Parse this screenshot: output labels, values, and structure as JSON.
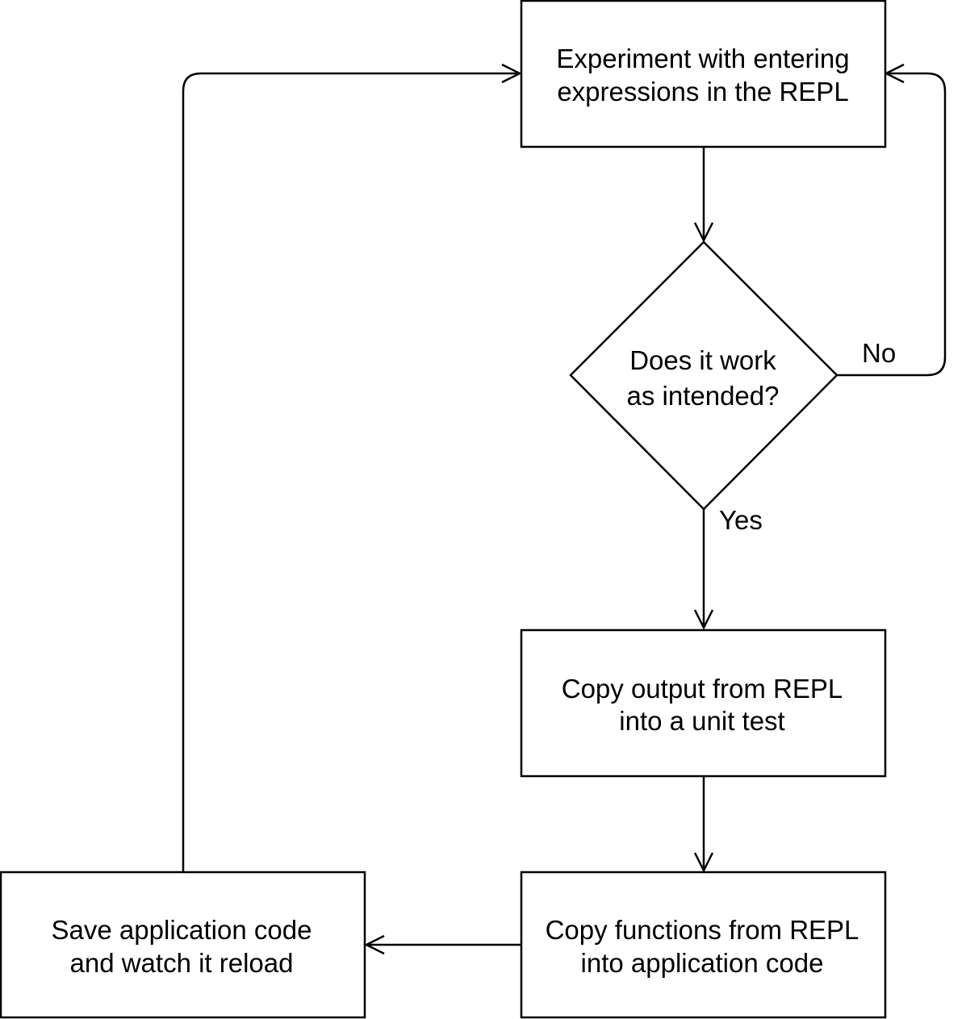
{
  "nodes": {
    "experiment": {
      "shape": "rectangle",
      "lines": [
        "Experiment with entering",
        "expressions in the REPL"
      ]
    },
    "decision": {
      "shape": "diamond",
      "lines": [
        "Does it work",
        "as intended?"
      ]
    },
    "copy_output": {
      "shape": "rectangle",
      "lines": [
        "Copy output from REPL",
        "into a unit test"
      ]
    },
    "copy_functions": {
      "shape": "rectangle",
      "lines": [
        "Copy functions from REPL",
        "into application code"
      ]
    },
    "save_code": {
      "shape": "rectangle",
      "lines": [
        "Save application code",
        "and watch it reload"
      ]
    }
  },
  "edges": {
    "experiment_to_decision": {
      "from": "experiment",
      "to": "decision",
      "label": ""
    },
    "decision_no": {
      "from": "decision",
      "to": "experiment",
      "label": "No"
    },
    "decision_yes": {
      "from": "decision",
      "to": "copy_output",
      "label": "Yes"
    },
    "output_to_functions": {
      "from": "copy_output",
      "to": "copy_functions",
      "label": ""
    },
    "functions_to_save": {
      "from": "copy_functions",
      "to": "save_code",
      "label": ""
    },
    "save_to_experiment": {
      "from": "save_code",
      "to": "experiment",
      "label": ""
    }
  },
  "colors": {
    "stroke": "#000000",
    "fill": "#ffffff",
    "text": "#000000"
  }
}
